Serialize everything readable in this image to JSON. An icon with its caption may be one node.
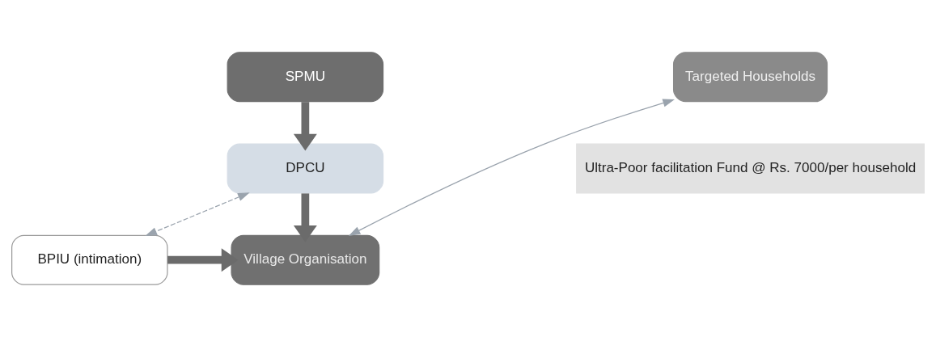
{
  "diagram": {
    "nodes": [
      {
        "text": [
          "SPMU"
        ]
      },
      {
        "text": [
          "DPCU"
        ]
      },
      {
        "text": [
          "BPIU (intimation)"
        ]
      },
      {
        "text": [
          "Village Organisation"
        ]
      },
      {
        "text": [
          "Targeted Households"
        ]
      },
      {
        "text": [
          "Ultra-Poor facilitation Fund @ Rs. 7000/per household"
        ]
      }
    ],
    "edges": [
      {
        "from": 0,
        "to": 1,
        "arrow": "to"
      },
      {
        "from": 1,
        "to": 3,
        "arrow": "to"
      },
      {
        "from": 2,
        "to": 3,
        "arrow": "to"
      },
      {
        "from": 1,
        "to": 2,
        "arrow": "both",
        "style": "dashed",
        "color": "#9aa3ad"
      },
      {
        "from": 3,
        "to": 4,
        "arrow": "both",
        "color": "#9aa3ad"
      }
    ]
  }
}
